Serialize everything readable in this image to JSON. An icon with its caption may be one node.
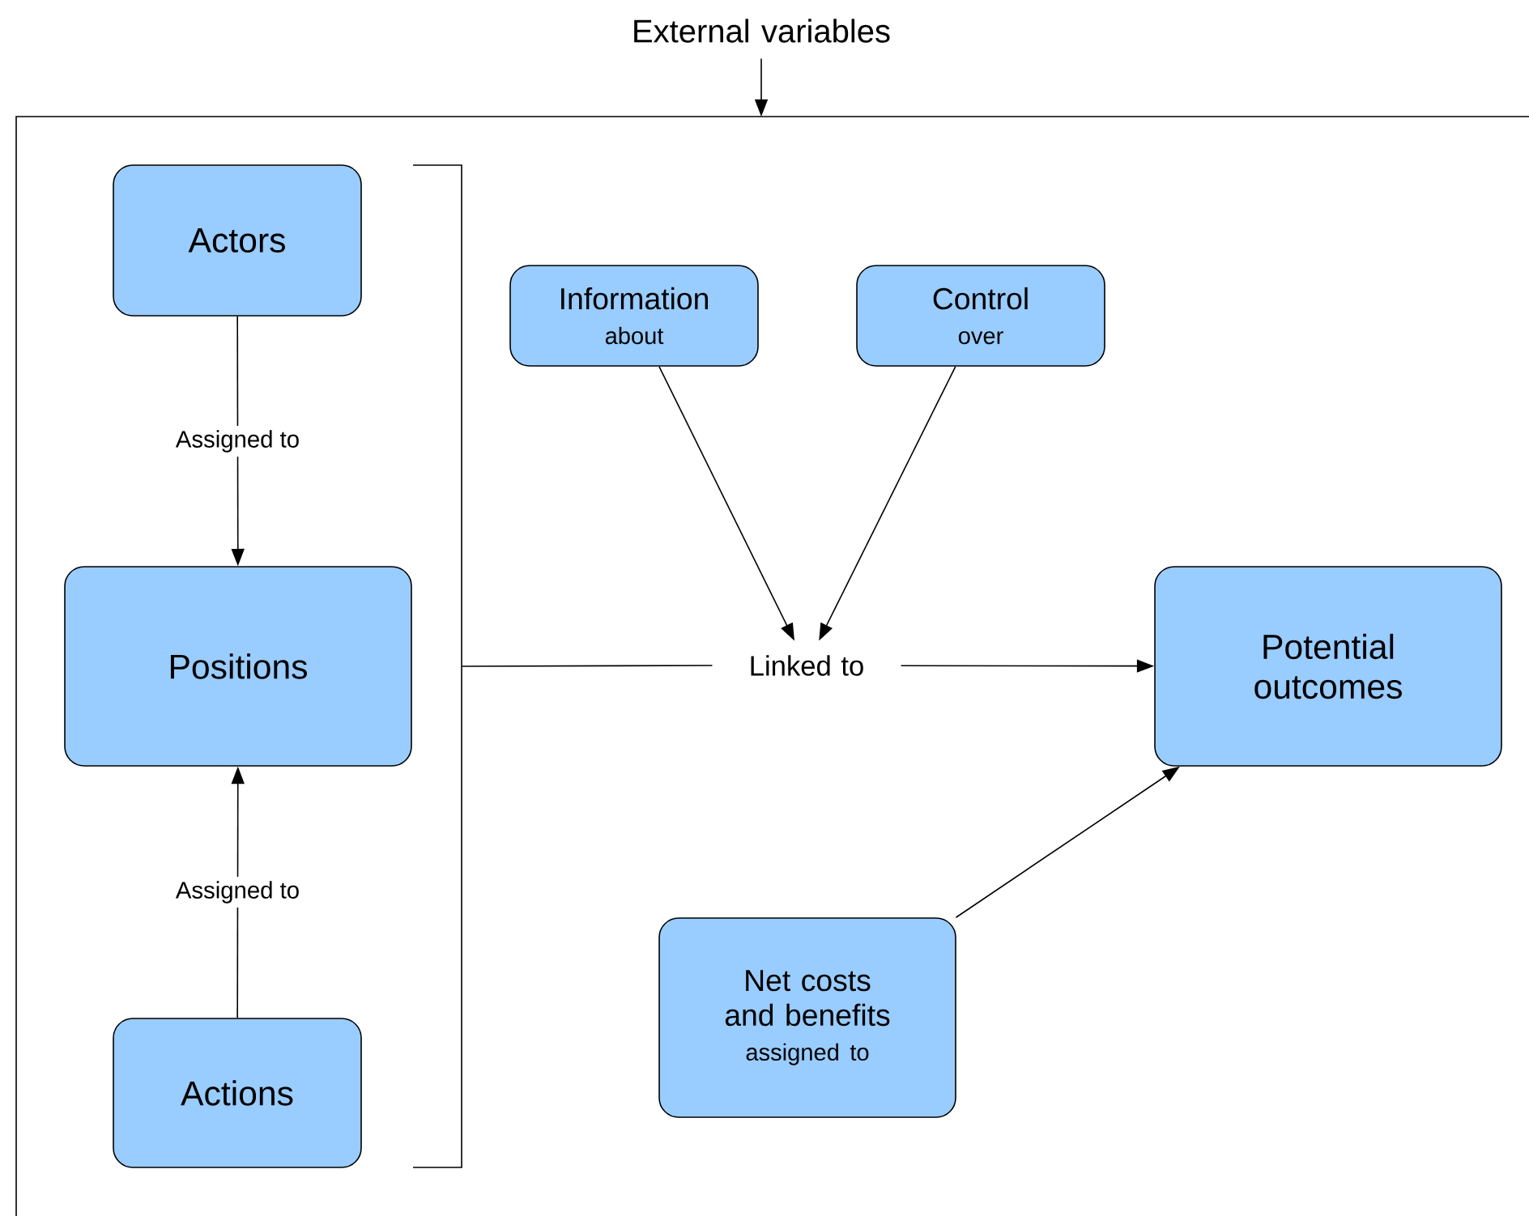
{
  "diagram": {
    "nodes": [
      {
        "text": [
          "External variables"
        ]
      },
      {
        "text": [],
        "shape": "box"
      },
      {
        "text": [
          "Actors"
        ],
        "in": 1
      },
      {
        "text": [
          "Information",
          "about"
        ],
        "in": 1
      },
      {
        "text": [
          "Control",
          "over"
        ],
        "in": 1
      },
      {
        "text": [
          "Positions"
        ],
        "in": 1
      },
      {
        "text": [
          "Linked to"
        ],
        "in": 1
      },
      {
        "text": [
          "Potential outcomes"
        ],
        "in": 1
      },
      {
        "text": [
          "Net costs and benefits",
          "assigned to"
        ],
        "in": 1
      },
      {
        "text": [
          "Actions"
        ],
        "in": 1
      },
      {
        "text": [],
        "shape": "bracket",
        "in": 1
      }
    ],
    "edges": [
      {
        "from": 0,
        "to": 1,
        "arrow": "to"
      },
      {
        "from": 2,
        "to": 5,
        "arrow": "to",
        "label": "Assigned to"
      },
      {
        "from": 9,
        "to": 5,
        "arrow": "to",
        "label": "Assigned to"
      },
      {
        "from": 3,
        "to": 6,
        "arrow": "to"
      },
      {
        "from": 4,
        "to": 6,
        "arrow": "to"
      },
      {
        "from": 10,
        "to": 6,
        "arrow": "none"
      },
      {
        "from": 6,
        "to": 7,
        "arrow": "to"
      },
      {
        "from": 8,
        "to": 7,
        "arrow": "to"
      }
    ]
  }
}
